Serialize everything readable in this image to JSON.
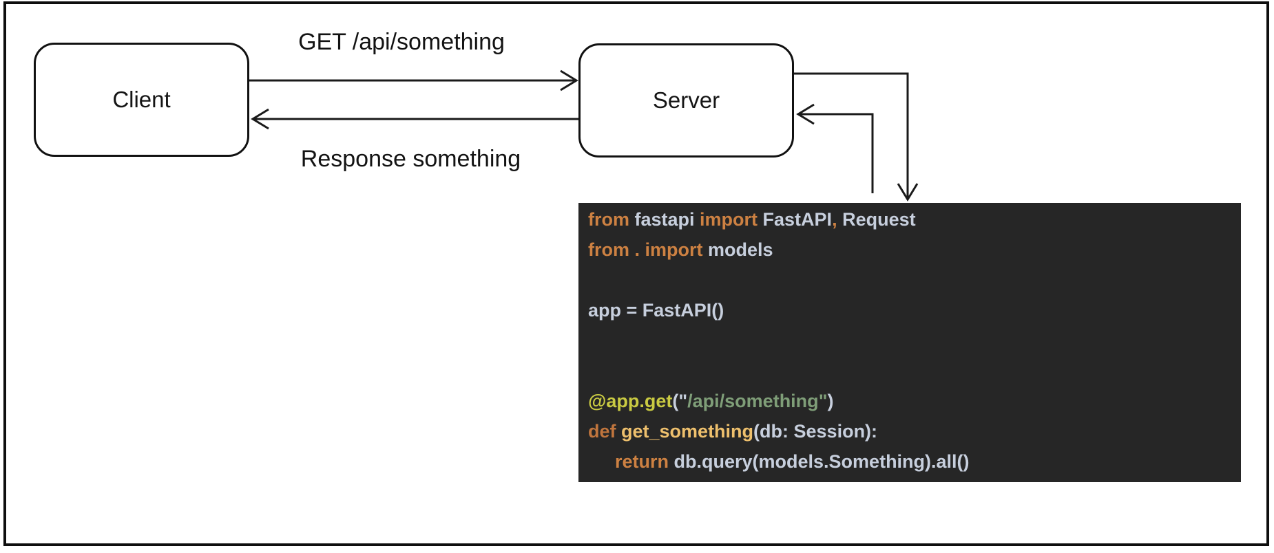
{
  "colors": {
    "ink": "#1a1a1a",
    "canvas": "#ffffff",
    "code_background": "#262626"
  },
  "nodes": {
    "client": {
      "label": "Client"
    },
    "server": {
      "label": "Server"
    }
  },
  "arrows": {
    "request_label": "GET /api/something",
    "response_label": "Response something"
  },
  "code_panel": {
    "background": "#262626",
    "token_colors": {
      "kw": "#cd8142",
      "def": "#c0753d",
      "txt": "#c7cfdd",
      "fn": "#eec06d",
      "deco": "#c9ca42",
      "str": "#7f9e78"
    },
    "lines": [
      {
        "indent": 0,
        "tokens": [
          {
            "t": "from",
            "c": "kw"
          },
          {
            "t": " fastapi ",
            "c": "txt"
          },
          {
            "t": "import",
            "c": "kw"
          },
          {
            "t": " FastAPI",
            "c": "txt"
          },
          {
            "t": ",",
            "c": "kw"
          },
          {
            "t": " Request",
            "c": "txt"
          }
        ]
      },
      {
        "indent": 0,
        "tokens": [
          {
            "t": "from",
            "c": "kw"
          },
          {
            "t": " ",
            "c": "txt"
          },
          {
            "t": ".",
            "c": "kw"
          },
          {
            "t": " ",
            "c": "txt"
          },
          {
            "t": "import",
            "c": "kw"
          },
          {
            "t": " models",
            "c": "txt"
          }
        ]
      },
      {
        "indent": 0,
        "tokens": []
      },
      {
        "indent": 0,
        "tokens": [
          {
            "t": "app = FastAPI()",
            "c": "txt"
          }
        ]
      },
      {
        "indent": 0,
        "tokens": []
      },
      {
        "indent": 0,
        "tokens": []
      },
      {
        "indent": 0,
        "tokens": [
          {
            "t": "@app.get",
            "c": "deco"
          },
          {
            "t": "(",
            "c": "txt"
          },
          {
            "t": "\"",
            "c": "txt"
          },
          {
            "t": "/api/something",
            "c": "str"
          },
          {
            "t": "\"",
            "c": "str"
          },
          {
            "t": ")",
            "c": "txt"
          }
        ]
      },
      {
        "indent": 0,
        "tokens": [
          {
            "t": "def",
            "c": "def"
          },
          {
            "t": " ",
            "c": "txt"
          },
          {
            "t": "get_something",
            "c": "fn"
          },
          {
            "t": "(db: Session):",
            "c": "txt"
          }
        ]
      },
      {
        "indent": 39,
        "tokens": [
          {
            "t": "return",
            "c": "kw"
          },
          {
            "t": " db.query(models.Something).all()",
            "c": "txt"
          }
        ]
      }
    ]
  }
}
